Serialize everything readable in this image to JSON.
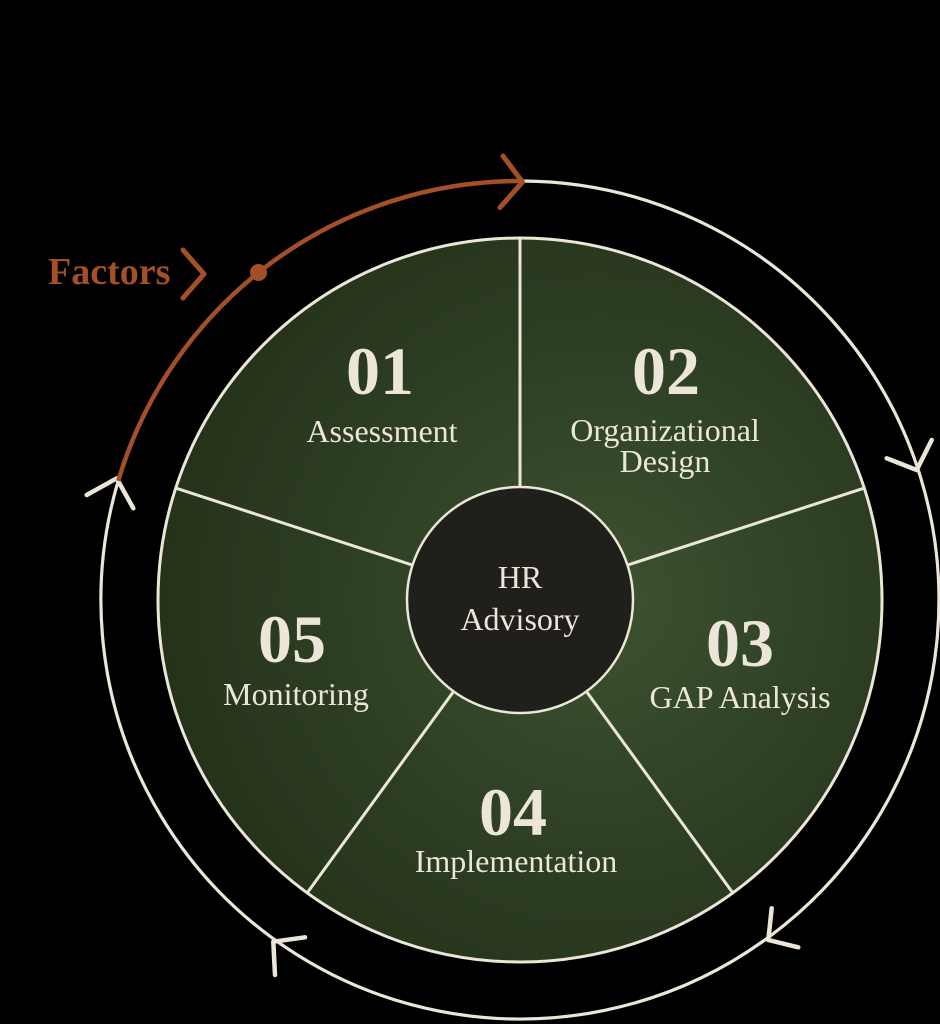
{
  "title": "HR Advisory process cycle diagram",
  "palette": {
    "background": "#000000",
    "cream": "#ece6d8",
    "rust": "#a34f28",
    "green_light": "#3e5330",
    "green_mid": "#2e3f24",
    "green_dark": "#253219",
    "center_fill": "#211f1c"
  },
  "factors": {
    "label": "Factors"
  },
  "center": {
    "line1": "HR",
    "line2": "Advisory"
  },
  "segments": [
    {
      "number": "01",
      "label": "Assessment",
      "lines": [
        "Assessment"
      ]
    },
    {
      "number": "02",
      "label": "Organizational Design",
      "lines": [
        "Organizational",
        "Design"
      ]
    },
    {
      "number": "03",
      "label": "GAP Analysis",
      "lines": [
        "GAP Analysis"
      ]
    },
    {
      "number": "04",
      "label": "Implementation",
      "lines": [
        "Implementation"
      ]
    },
    {
      "number": "05",
      "label": "Monitoring",
      "lines": [
        "Monitoring"
      ]
    }
  ]
}
